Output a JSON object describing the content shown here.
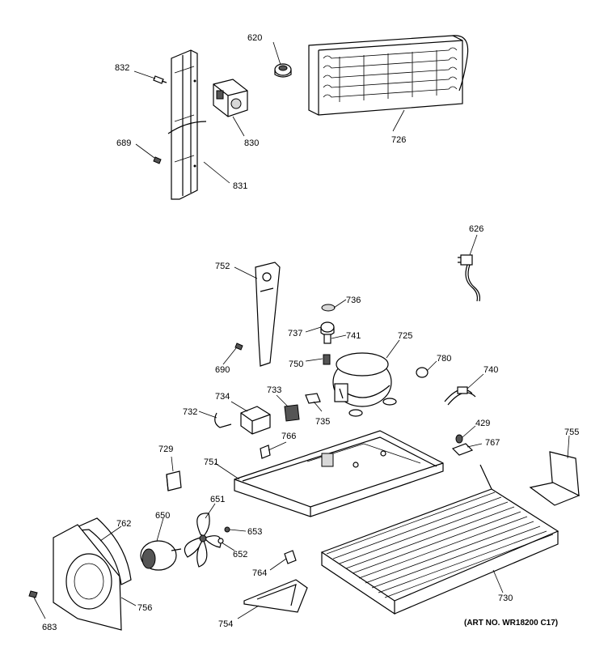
{
  "parts": {
    "p832": "832",
    "p620": "620",
    "p726": "726",
    "p830": "830",
    "p689": "689",
    "p831": "831",
    "p626": "626",
    "p752": "752",
    "p736": "736",
    "p737": "737",
    "p741": "741",
    "p725": "725",
    "p690": "690",
    "p750": "750",
    "p780": "780",
    "p740": "740",
    "p734": "734",
    "p733": "733",
    "p732": "732",
    "p735": "735",
    "p429": "429",
    "p766": "766",
    "p767": "767",
    "p755": "755",
    "p729": "729",
    "p751": "751",
    "p651": "651",
    "p762": "762",
    "p650": "650",
    "p653": "653",
    "p652": "652",
    "p764": "764",
    "p730": "730",
    "p756": "756",
    "p754": "754",
    "p683": "683"
  },
  "art_number": "(ART NO. WR18200 C17)"
}
